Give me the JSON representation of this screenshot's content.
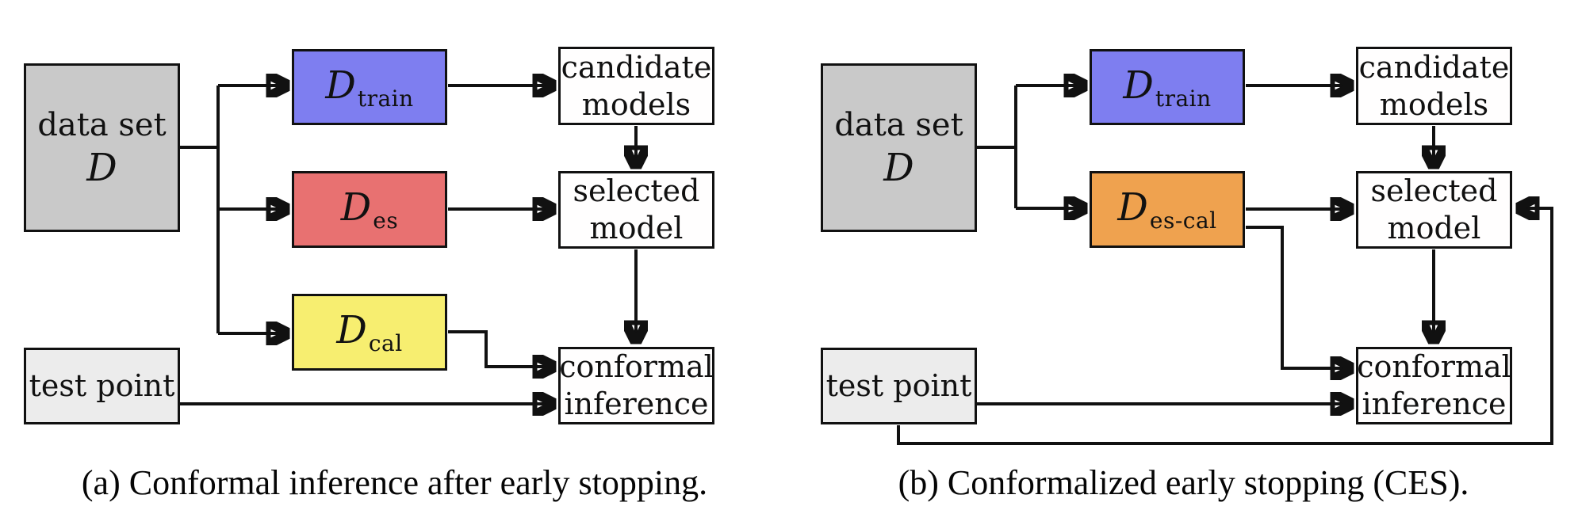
{
  "colors": {
    "ink": "#111111",
    "train-blue": "#7e7ef0",
    "es-red": "#e87171",
    "cal-yellow": "#f7ee70",
    "escal-orange": "#efa24f",
    "dataset-gray": "#c9c9c9",
    "testpoint-gray": "#ececec"
  },
  "captions": {
    "a": "(a) Conformal inference after early stopping.",
    "b": "(b) Conformalized early stopping (CES)."
  },
  "boxes": {
    "a_dataset": {
      "line1": "data set",
      "symbol": "D"
    },
    "a_train": {
      "symbol": "D",
      "sub": "train"
    },
    "a_es": {
      "symbol": "D",
      "sub": "es"
    },
    "a_cal": {
      "symbol": "D",
      "sub": "cal"
    },
    "a_candidate": {
      "line1": "candidate",
      "line2": "models"
    },
    "a_selected": {
      "line1": "selected",
      "line2": "model"
    },
    "a_conformal": {
      "line1": "conformal",
      "line2": "inference"
    },
    "a_test": {
      "line1": "test point"
    },
    "b_dataset": {
      "line1": "data set",
      "symbol": "D"
    },
    "b_train": {
      "symbol": "D",
      "sub": "train"
    },
    "b_escal": {
      "symbol": "D",
      "sub": "es-cal"
    },
    "b_candidate": {
      "line1": "candidate",
      "line2": "models"
    },
    "b_selected": {
      "line1": "selected",
      "line2": "model"
    },
    "b_conformal": {
      "line1": "conformal",
      "line2": "inference"
    },
    "b_test": {
      "line1": "test point"
    }
  }
}
